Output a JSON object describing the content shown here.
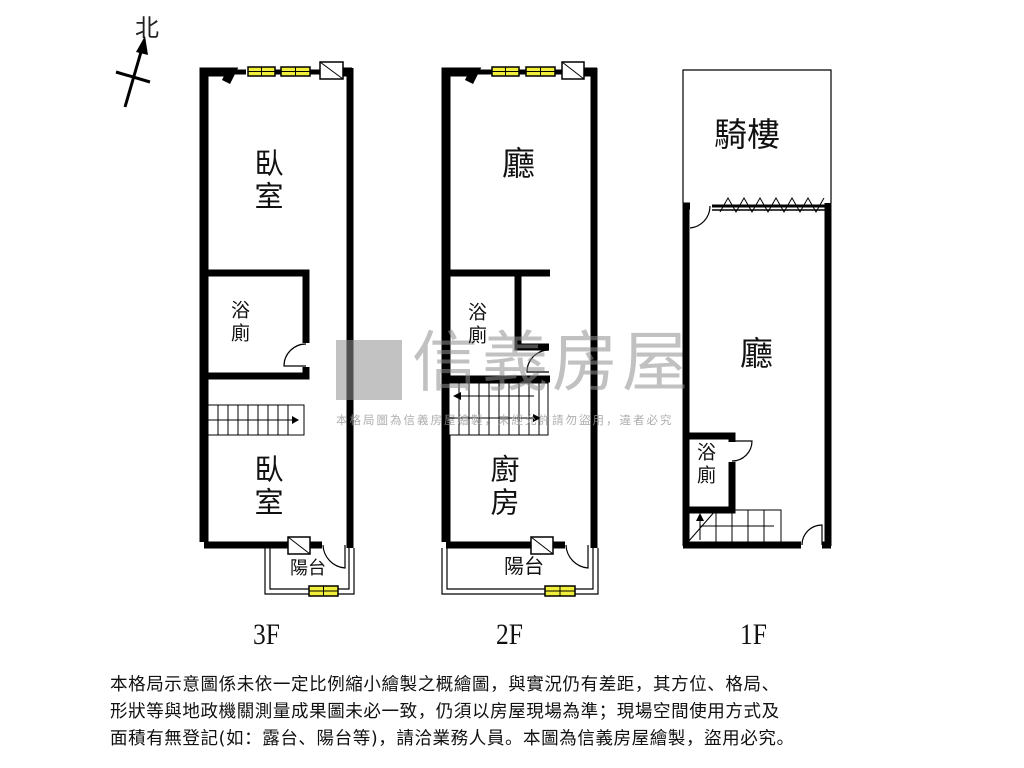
{
  "compass": {
    "label": "北",
    "icon": "north-arrow-icon"
  },
  "floors": [
    {
      "id": "3F",
      "label": "3F",
      "rooms": [
        {
          "name": "bedroom-front",
          "label": "臥室"
        },
        {
          "name": "bathroom",
          "label": "浴廁"
        },
        {
          "name": "bedroom-rear",
          "label": "臥室"
        },
        {
          "name": "balcony",
          "label": "陽台"
        }
      ]
    },
    {
      "id": "2F",
      "label": "2F",
      "rooms": [
        {
          "name": "living-room",
          "label": "廳"
        },
        {
          "name": "bathroom",
          "label": "浴廁"
        },
        {
          "name": "kitchen",
          "label": "廚房"
        },
        {
          "name": "balcony",
          "label": "陽台"
        }
      ]
    },
    {
      "id": "1F",
      "label": "1F",
      "rooms": [
        {
          "name": "arcade",
          "label": "騎樓"
        },
        {
          "name": "living-room",
          "label": "廳"
        },
        {
          "name": "bathroom",
          "label": "浴廁"
        }
      ]
    }
  ],
  "watermark": {
    "brand": "信義房屋",
    "notice": "本格局圖為信義房屋繪製，未經允許請勿盜用，違者必究"
  },
  "disclaimer": {
    "lines": [
      "本格局示意圖係未依一定比例縮小繪製之概繪圖，與實況仍有差距，其方位、格局、",
      "形狀等與地政機關測量成果圖未必一致，仍須以房屋現場為準；現場空間使用方式及",
      "面積有無登記(如：露台、陽台等)，請洽業務人員。本圖為信義房屋繪製，盜用必究。"
    ]
  },
  "colors": {
    "wall": "#000000",
    "window": "#f2ef3a",
    "watermark": "#8f8f8f"
  }
}
